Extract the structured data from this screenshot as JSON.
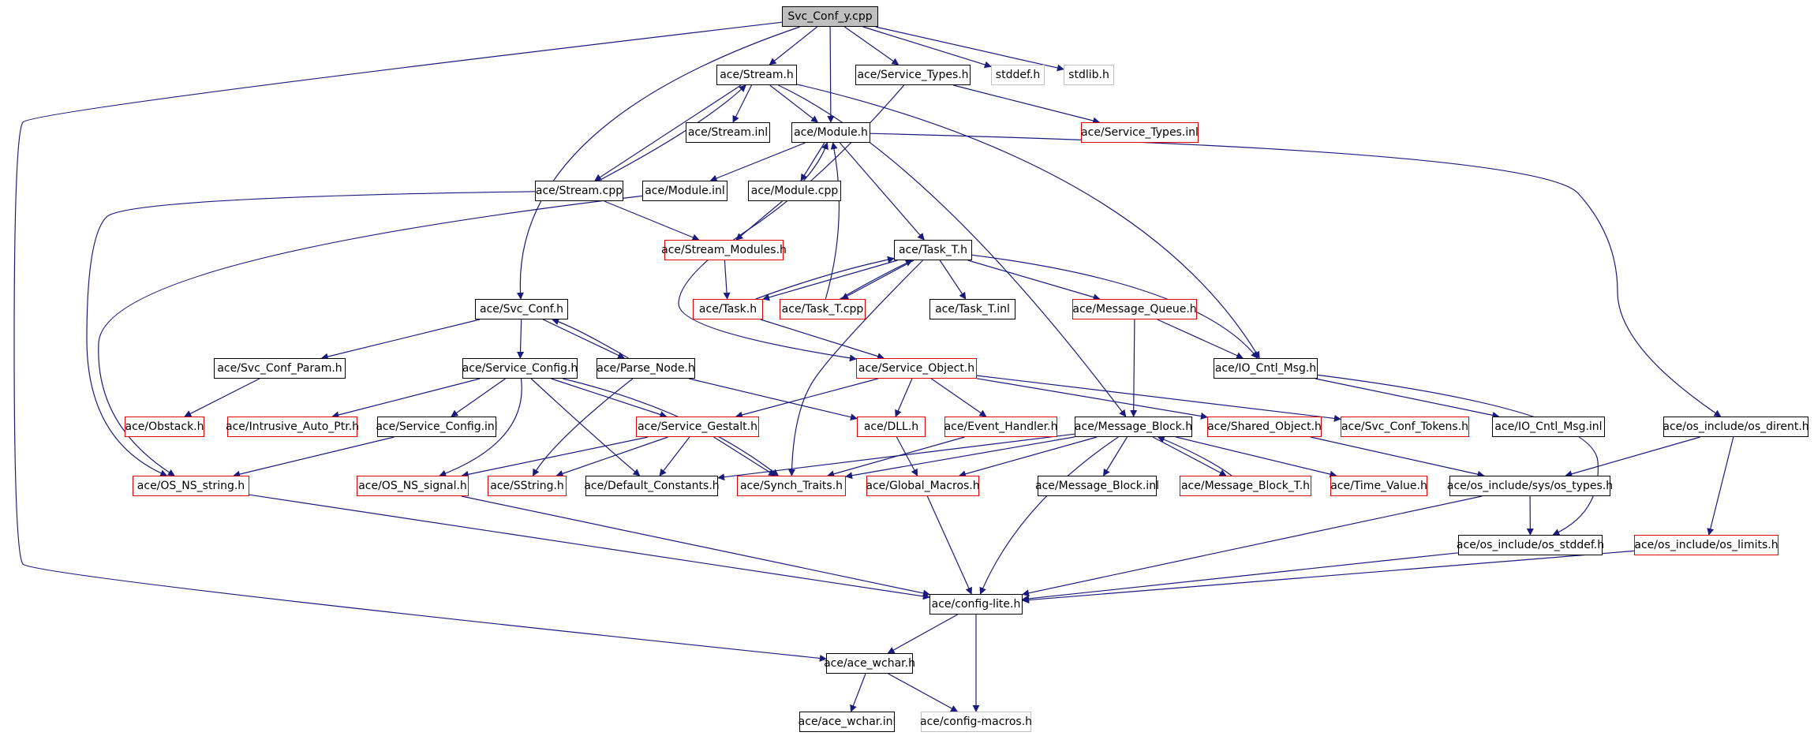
{
  "nodes": [
    {
      "id": "root",
      "label": "Svc_Conf_y.cpp",
      "style": "root"
    },
    {
      "id": "stream_h",
      "label": "ace/Stream.h",
      "style": "black"
    },
    {
      "id": "service_types_h",
      "label": "ace/Service_Types.h",
      "style": "black"
    },
    {
      "id": "stddef_h",
      "label": "stddef.h",
      "style": "grey"
    },
    {
      "id": "stdlib_h",
      "label": "stdlib.h",
      "style": "grey"
    },
    {
      "id": "stream_inl",
      "label": "ace/Stream.inl",
      "style": "black"
    },
    {
      "id": "module_h",
      "label": "ace/Module.h",
      "style": "black"
    },
    {
      "id": "service_types_inl",
      "label": "ace/Service_Types.inl",
      "style": "red"
    },
    {
      "id": "stream_cpp",
      "label": "ace/Stream.cpp",
      "style": "black"
    },
    {
      "id": "module_inl",
      "label": "ace/Module.inl",
      "style": "black"
    },
    {
      "id": "module_cpp",
      "label": "ace/Module.cpp",
      "style": "black"
    },
    {
      "id": "stream_modules_h",
      "label": "ace/Stream_Modules.h",
      "style": "red"
    },
    {
      "id": "task_t_h",
      "label": "ace/Task_T.h",
      "style": "black"
    },
    {
      "id": "svc_conf_h",
      "label": "ace/Svc_Conf.h",
      "style": "black"
    },
    {
      "id": "task_h",
      "label": "ace/Task.h",
      "style": "red"
    },
    {
      "id": "task_t_cpp",
      "label": "ace/Task_T.cpp",
      "style": "red"
    },
    {
      "id": "task_t_inl",
      "label": "ace/Task_T.inl",
      "style": "black"
    },
    {
      "id": "message_queue_h",
      "label": "ace/Message_Queue.h",
      "style": "red"
    },
    {
      "id": "svc_conf_param_h",
      "label": "ace/Svc_Conf_Param.h",
      "style": "black"
    },
    {
      "id": "service_config_h",
      "label": "ace/Service_Config.h",
      "style": "black"
    },
    {
      "id": "parse_node_h",
      "label": "ace/Parse_Node.h",
      "style": "black"
    },
    {
      "id": "service_object_h",
      "label": "ace/Service_Object.h",
      "style": "red"
    },
    {
      "id": "io_cntl_msg_h",
      "label": "ace/IO_Cntl_Msg.h",
      "style": "black"
    },
    {
      "id": "obstack_h",
      "label": "ace/Obstack.h",
      "style": "red"
    },
    {
      "id": "intrusive_auto_ptr_h",
      "label": "ace/Intrusive_Auto_Ptr.h",
      "style": "red"
    },
    {
      "id": "service_config_inl",
      "label": "ace/Service_Config.inl",
      "style": "black"
    },
    {
      "id": "service_gestalt_h",
      "label": "ace/Service_Gestalt.h",
      "style": "red"
    },
    {
      "id": "dll_h",
      "label": "ace/DLL.h",
      "style": "red"
    },
    {
      "id": "event_handler_h",
      "label": "ace/Event_Handler.h",
      "style": "red"
    },
    {
      "id": "message_block_h",
      "label": "ace/Message_Block.h",
      "style": "black"
    },
    {
      "id": "shared_object_h",
      "label": "ace/Shared_Object.h",
      "style": "red"
    },
    {
      "id": "svc_conf_tokens_h",
      "label": "ace/Svc_Conf_Tokens.h",
      "style": "red"
    },
    {
      "id": "io_cntl_msg_inl",
      "label": "ace/IO_Cntl_Msg.inl",
      "style": "black"
    },
    {
      "id": "os_dirent_h",
      "label": "ace/os_include/os_dirent.h",
      "style": "black"
    },
    {
      "id": "os_ns_string_h",
      "label": "ace/OS_NS_string.h",
      "style": "red"
    },
    {
      "id": "os_ns_signal_h",
      "label": "ace/OS_NS_signal.h",
      "style": "red"
    },
    {
      "id": "sstring_h",
      "label": "ace/SString.h",
      "style": "red"
    },
    {
      "id": "default_constants_h",
      "label": "ace/Default_Constants.h",
      "style": "black"
    },
    {
      "id": "synch_traits_h",
      "label": "ace/Synch_Traits.h",
      "style": "red"
    },
    {
      "id": "global_macros_h",
      "label": "ace/Global_Macros.h",
      "style": "red"
    },
    {
      "id": "message_block_inl",
      "label": "ace/Message_Block.inl",
      "style": "black"
    },
    {
      "id": "message_block_t_h",
      "label": "ace/Message_Block_T.h",
      "style": "red"
    },
    {
      "id": "time_value_h",
      "label": "ace/Time_Value.h",
      "style": "red"
    },
    {
      "id": "os_types_h",
      "label": "ace/os_include/sys/os_types.h",
      "style": "black"
    },
    {
      "id": "os_stddef_h",
      "label": "ace/os_include/os_stddef.h",
      "style": "black"
    },
    {
      "id": "os_limits_h",
      "label": "ace/os_include/os_limits.h",
      "style": "red"
    },
    {
      "id": "config_lite_h",
      "label": "ace/config-lite.h",
      "style": "black"
    },
    {
      "id": "ace_wchar_h",
      "label": "ace/ace_wchar.h",
      "style": "black"
    },
    {
      "id": "ace_wchar_inl",
      "label": "ace/ace_wchar.inl",
      "style": "black"
    },
    {
      "id": "config_macros_h",
      "label": "ace/config-macros.h",
      "style": "grey"
    }
  ]
}
